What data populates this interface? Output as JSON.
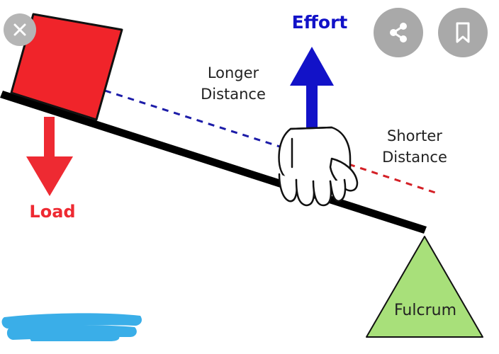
{
  "diagram": {
    "labels": {
      "effort": "Effort",
      "load": "Load",
      "longer_distance_line1": "Longer",
      "longer_distance_line2": "Distance",
      "shorter_distance_line1": "Shorter",
      "shorter_distance_line2": "Distance",
      "fulcrum": "Fulcrum"
    },
    "colors": {
      "effort": "#1212c8",
      "load": "#ee2a32",
      "longer_distance_line": "#1c1ca8",
      "shorter_distance_line": "#d42026",
      "fulcrum_fill": "#a8e07a",
      "lever_bar": "#000000",
      "text": "#222222"
    }
  },
  "overlay": {
    "close_icon": "close-icon",
    "share_icon": "share-icon",
    "bookmark_icon": "bookmark-icon",
    "redaction_color": "#3aaee8"
  }
}
